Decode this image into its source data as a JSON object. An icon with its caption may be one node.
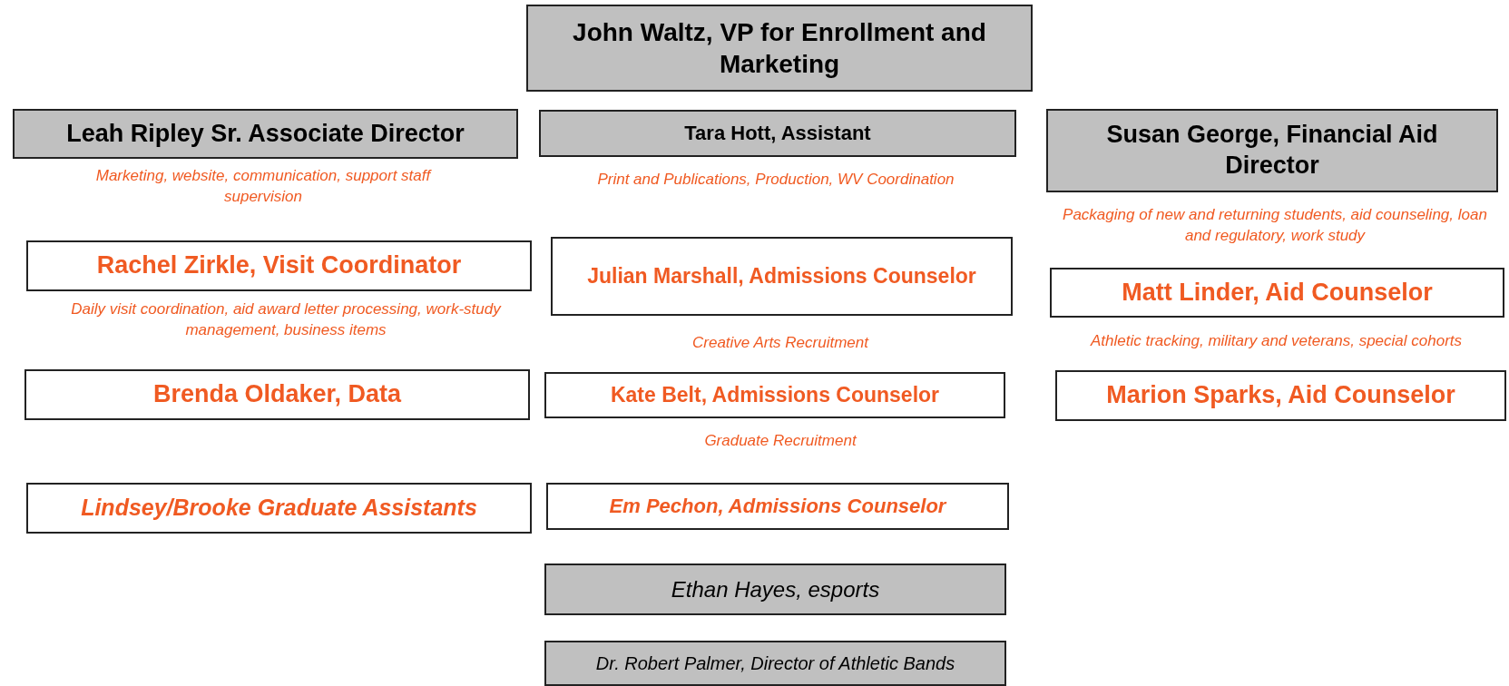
{
  "diagram": {
    "nodes": [
      {
        "text": [
          "John Waltz, VP for Enrollment and Marketing"
        ]
      },
      {
        "text": [
          "Leah Ripley Sr. Associate Director"
        ],
        "beside": [
          "Marketing, website, communication, support staff supervision"
        ]
      },
      {
        "text": [
          "Tara Hott, Assistant"
        ],
        "beside": [
          "Print and Publications, Production, WV Coordination"
        ]
      },
      {
        "text": [
          "Susan George, Financial Aid Director"
        ],
        "beside": [
          "Packaging of new and returning students, aid counseling, loan and regulatory, work study"
        ]
      },
      {
        "text": [
          "Rachel Zirkle, Visit Coordinator"
        ],
        "beside": [
          "Daily visit coordination, aid award letter processing, work-study management, business items"
        ]
      },
      {
        "text": [
          "Julian Marshall, Admissions Counselor"
        ],
        "beside": [
          "Creative Arts Recruitment"
        ]
      },
      {
        "text": [
          "Matt Linder, Aid Counselor"
        ],
        "beside": [
          "Athletic tracking, military and veterans, special cohorts"
        ]
      },
      {
        "text": [
          "Brenda Oldaker, Data"
        ]
      },
      {
        "text": [
          "Kate Belt, Admissions Counselor"
        ],
        "beside": [
          "Graduate Recruitment"
        ]
      },
      {
        "text": [
          "Marion Sparks, Aid Counselor"
        ]
      },
      {
        "text": [
          "Lindsey/Brooke Graduate Assistants"
        ]
      },
      {
        "text": [
          "Em Pechon, Admissions Counselor"
        ]
      },
      {
        "text": [
          "Ethan Hayes, esports"
        ]
      },
      {
        "text": [
          "Dr. Robert Palmer, Director of Athletic Bands"
        ]
      }
    ]
  }
}
